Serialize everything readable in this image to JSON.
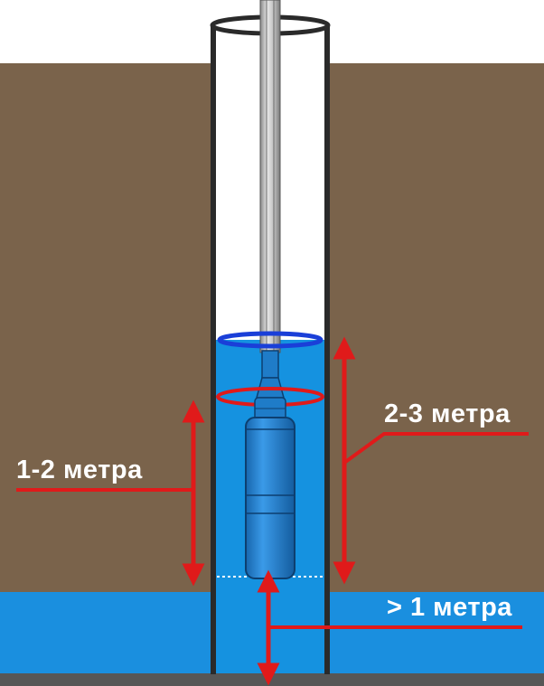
{
  "labels": {
    "pump_depth_below_water": "1-2 метра",
    "water_column_height": "2-3 метра",
    "clearance_above_bottom": "> 1 метра"
  },
  "colors": {
    "soil": "#7a634b",
    "water": "#1592e0",
    "aquifer": "#1a8fdf",
    "bedrock": "#565656",
    "casing": "#2a2a2a",
    "pump": "#1f7cc8",
    "dimension_arrow": "#e01a1a",
    "water_level_ring": "#1a3fd8",
    "pump_ring": "#e01a1a"
  }
}
